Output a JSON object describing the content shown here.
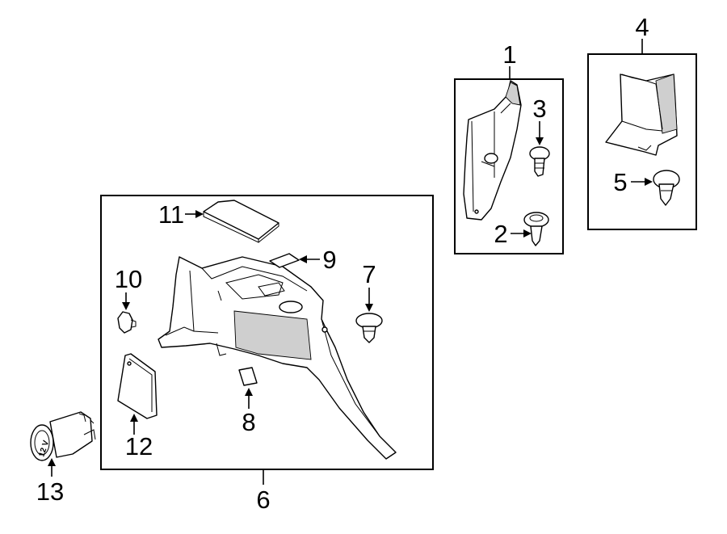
{
  "callouts": {
    "c1": "1",
    "c2": "2",
    "c3": "3",
    "c4": "4",
    "c5": "5",
    "c6": "6",
    "c7": "7",
    "c8": "8",
    "c9": "9",
    "c10": "10",
    "c11": "11",
    "c12": "12",
    "c13": "13"
  },
  "socket_marking": "12 V"
}
